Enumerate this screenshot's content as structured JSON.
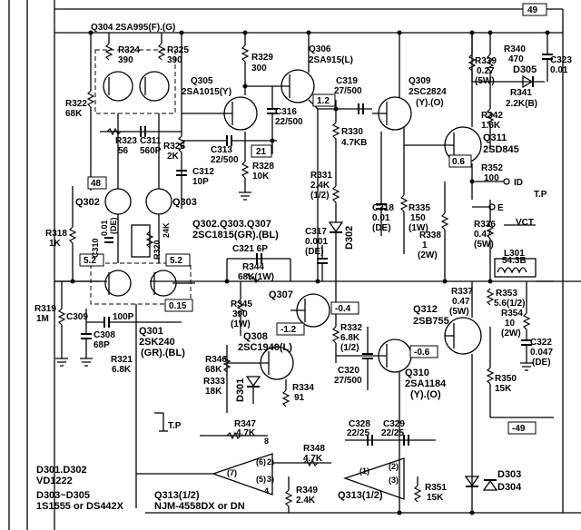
{
  "labels": {
    "q304": "Q304 2SA995(F).(G)",
    "r324": "R324",
    "r324v": "390",
    "r325": "R325",
    "r325v": "390",
    "r329": "R329",
    "r329v": "300",
    "q306": "Q306",
    "q306p": "2SA915(L)",
    "q305": "Q305",
    "q305p": "2SA1015(Y)",
    "r322": "R322",
    "r322v": "68K",
    "r323": "R323",
    "r323v": "56",
    "c311": "C311",
    "c311v": "560P",
    "r326": "R326",
    "r326v": "2K",
    "c313": "C313",
    "c313v": "22/500",
    "c316": "C316",
    "c316v": "22/500",
    "c312": "C312",
    "c312v": "10P",
    "r328": "R328",
    "r328v": "10K",
    "c319": "C319",
    "c319v": "27/500",
    "r330": "R330",
    "r330v": "4.7KB",
    "q309": "Q309",
    "q309p": "2SC2824",
    "q309r": "(Y).(O)",
    "r339": "R339",
    "r339v": "0.27",
    "r339w": "(5W)",
    "r340": "R340",
    "r340v": "470",
    "c323": "C323",
    "c323v": "0.01",
    "d305": "D305",
    "r341": "R341",
    "r341v": "2.2K(B)",
    "r342": "R342",
    "r342v": "1.8K",
    "q311": "Q311",
    "q311p": "2SD845",
    "r352": "R352",
    "r352v": "100",
    "id": "ID",
    "tp1": "T.P",
    "e": "E",
    "vct": "VCT",
    "r331": "R331",
    "r331v": "2.4K",
    "r331w": "(1/2)",
    "d302": "D302",
    "c318": "C318",
    "c318v": "0.01",
    "c318w": "(DE)",
    "r335": "R335",
    "r335v": "150",
    "r335w": "(1W)",
    "r338": "R338",
    "r338v": "1",
    "r338w": "(2W)",
    "r336": "R336",
    "r336v": "0.47",
    "r336w": "(5W)",
    "q302": "Q302",
    "q303": "Q303",
    "r318": "R318",
    "r318v": "1K",
    "c310": "C310",
    "c310v": "0.01",
    "c310w": "(DE)",
    "r320": "R320",
    "r320v": "24K",
    "q302g": "Q302.Q303.Q307",
    "q302gp": "2SC1815(GR).(BL)",
    "c321": "C321 6P",
    "r344": "R344",
    "r344v": "68K(1W)",
    "c317": "C317",
    "c317v": "0.001",
    "c317w": "(DE)",
    "l301": "L301",
    "l301v": "54.3B",
    "r353": "R353",
    "r353v": "5.6(1/2)",
    "r354": "R354",
    "r354v": "10",
    "r354w": "(2W)",
    "c322": "C322",
    "c322v": "0.047",
    "c322w": "(DE)",
    "r319": "R319",
    "r319v": "1M",
    "c309": "C309",
    "c309v": "100P",
    "c308": "C308",
    "c308v": "68P",
    "q301": "Q301",
    "q301p": "2SK240",
    "q301r": "(GR).(BL)",
    "r345": "R345",
    "r345v": "390",
    "r345w": "(1W)",
    "q307": "Q307",
    "q308": "Q308",
    "q308p": "2SC1940(L)",
    "r332": "R332",
    "r332v": "6.8K",
    "r332w": "(1/2)",
    "q312": "Q312",
    "q312p": "2SB755",
    "r337": "R337",
    "r337v": "0.47",
    "r337w": "(5W)",
    "r321": "R321",
    "r321v": "6.8K",
    "r346": "R346",
    "r346v": "68K",
    "r333": "R333",
    "r333v": "18K",
    "d301": "D301",
    "r334": "R334",
    "r334v": "91",
    "c320": "C320",
    "c320v": "27/500",
    "q310": "Q310",
    "q310p": "2SA1184",
    "q310r": "(Y).(O)",
    "r350": "R350",
    "r350v": "15K",
    "tp2": "T.P",
    "r347": "R347",
    "r347v": "4.7K",
    "r348": "R348",
    "r348v": "4.7K",
    "c328": "C328",
    "c328v": "22/25",
    "c329": "C329",
    "c329v": "22/25",
    "r349": "R349",
    "r349v": "2.4K",
    "r351": "R351",
    "r351v": "15K",
    "q313a": "Q313(1/2)",
    "q313ap": "NJM-4558DX or DN",
    "q313b": "Q313(1/2)",
    "d303": "D303",
    "d304": "D304",
    "pin6": "(6)",
    "pin2a": "2)",
    "pin7a": "(7)",
    "pin5": "(5)",
    "pin8": "8",
    "pin4": "4",
    "pin3a": "3)",
    "pin1": "(1)",
    "pin2b": "(2)",
    "pin3b": "(3)",
    "n1": "D301.D302",
    "n2": "VD1222",
    "n3": "D303~D305",
    "n4": "1S1555 or DS442X"
  },
  "tags": {
    "t49a": "49",
    "t49b": "-49",
    "t48": "48",
    "t12": "1.2",
    "t21": "21",
    "t06": "0.6",
    "t52a": "5.2",
    "t52b": "5.2",
    "t015": "0.15",
    "tm04": "-0.4",
    "tm12": "-1.2",
    "tm06": "-0.6"
  }
}
